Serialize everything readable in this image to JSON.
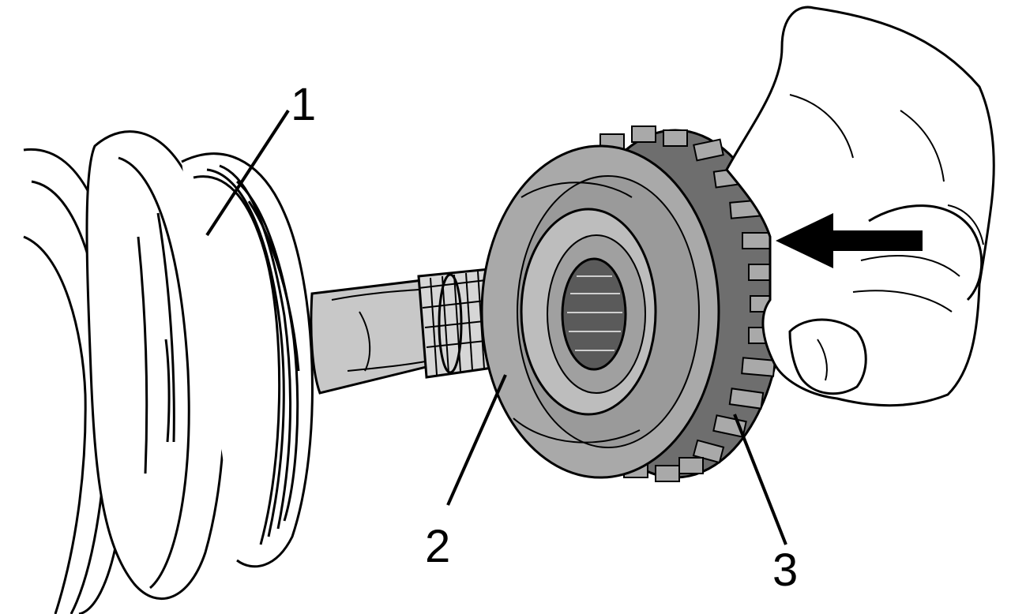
{
  "diagram": {
    "callouts": [
      {
        "id": "1",
        "label": "1"
      },
      {
        "id": "2",
        "label": "2"
      },
      {
        "id": "3",
        "label": "3"
      }
    ],
    "colors": {
      "line": "#000000",
      "paper": "#ffffff",
      "gear_fill": "#a9a9a9",
      "gear_dark": "#6e6e6e",
      "shaft_fill": "#c8c8c8",
      "arrow": "#000000"
    },
    "arrow_direction": "left"
  }
}
